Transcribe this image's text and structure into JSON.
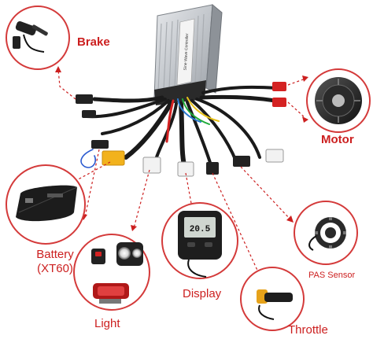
{
  "labels": {
    "brake": "Brake",
    "motor": "Motor",
    "battery_line1": "Battery",
    "battery_line2": "(XT60)",
    "light": "Light",
    "display": "Display",
    "pas_sensor": "PAS Sensor",
    "throttle": "Throttle"
  },
  "controller_label": "Sine Wave Controller",
  "display_readout": "20.5",
  "colors": {
    "accent": "#cc1f1f",
    "circle_border": "#d43a3a",
    "controller_body": "#c9ccd1",
    "cable": "#1a1a1a",
    "connector_white": "#f2f2f2",
    "connector_yellow": "#f2b21c"
  }
}
